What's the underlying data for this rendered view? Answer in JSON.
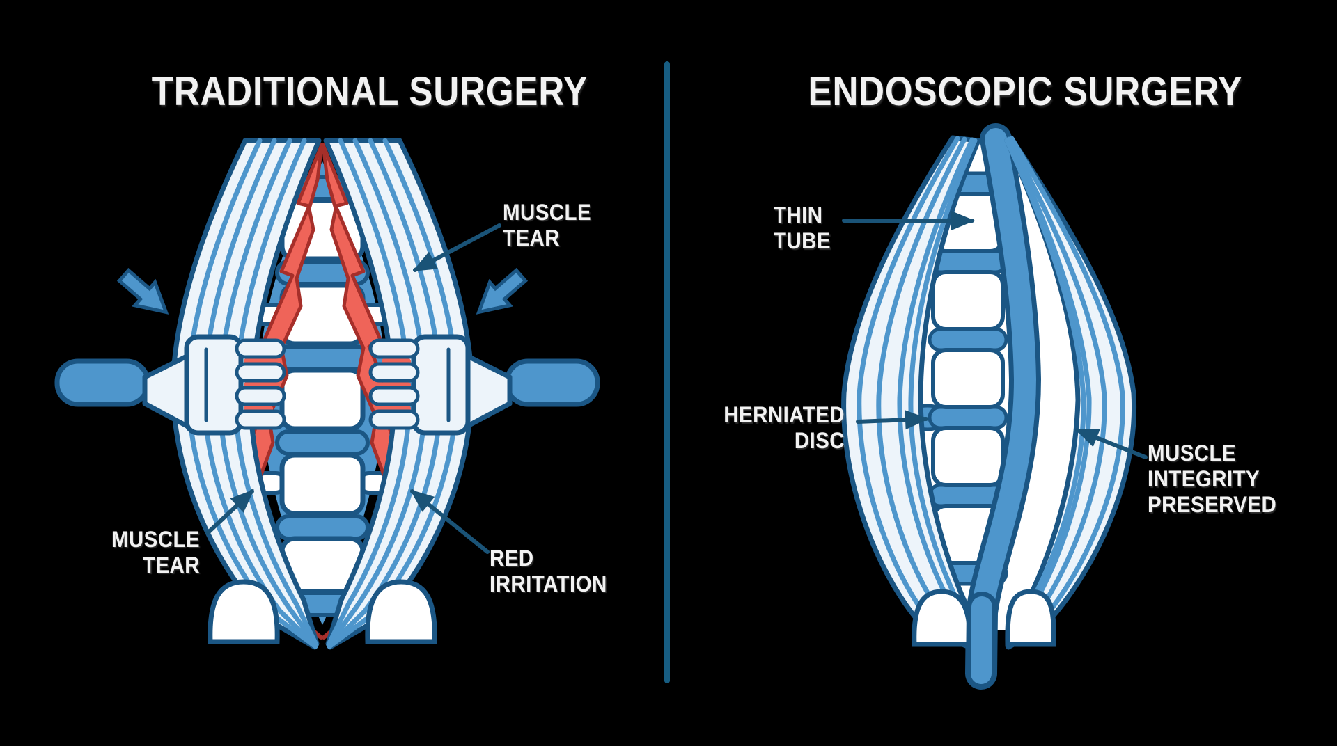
{
  "titles": {
    "left": "TRADITIONAL SURGERY",
    "right": "ENDOSCOPIC SURGERY"
  },
  "left_panel": {
    "labels": {
      "muscle_tear_top": {
        "line1": "MUSCLE",
        "line2": "TEAR"
      },
      "muscle_tear_bottom": {
        "line1": "MUSCLE",
        "line2": "TEAR"
      },
      "red_irritation": {
        "line1": "RED",
        "line2": "IRRITATION"
      }
    }
  },
  "right_panel": {
    "labels": {
      "thin_tube": {
        "line1": "THIN",
        "line2": "TUBE"
      },
      "herniated_disc": {
        "line1": "HERNIATED",
        "line2": "DISC"
      },
      "muscle_integrity": {
        "line1": "MUSCLE",
        "line2": "INTEGRITY",
        "line3": "PRESERVED"
      }
    }
  },
  "palette": {
    "bg": "#000000",
    "text": "#F2F2F2",
    "outline": "#1B5684",
    "blue": "#4E96CC",
    "pale": "#EDF4FA",
    "white": "#FFFFFF",
    "red": "#EF6459",
    "reddark": "#A62F2A",
    "callout": "#1A5377",
    "divider": "#175D82"
  }
}
